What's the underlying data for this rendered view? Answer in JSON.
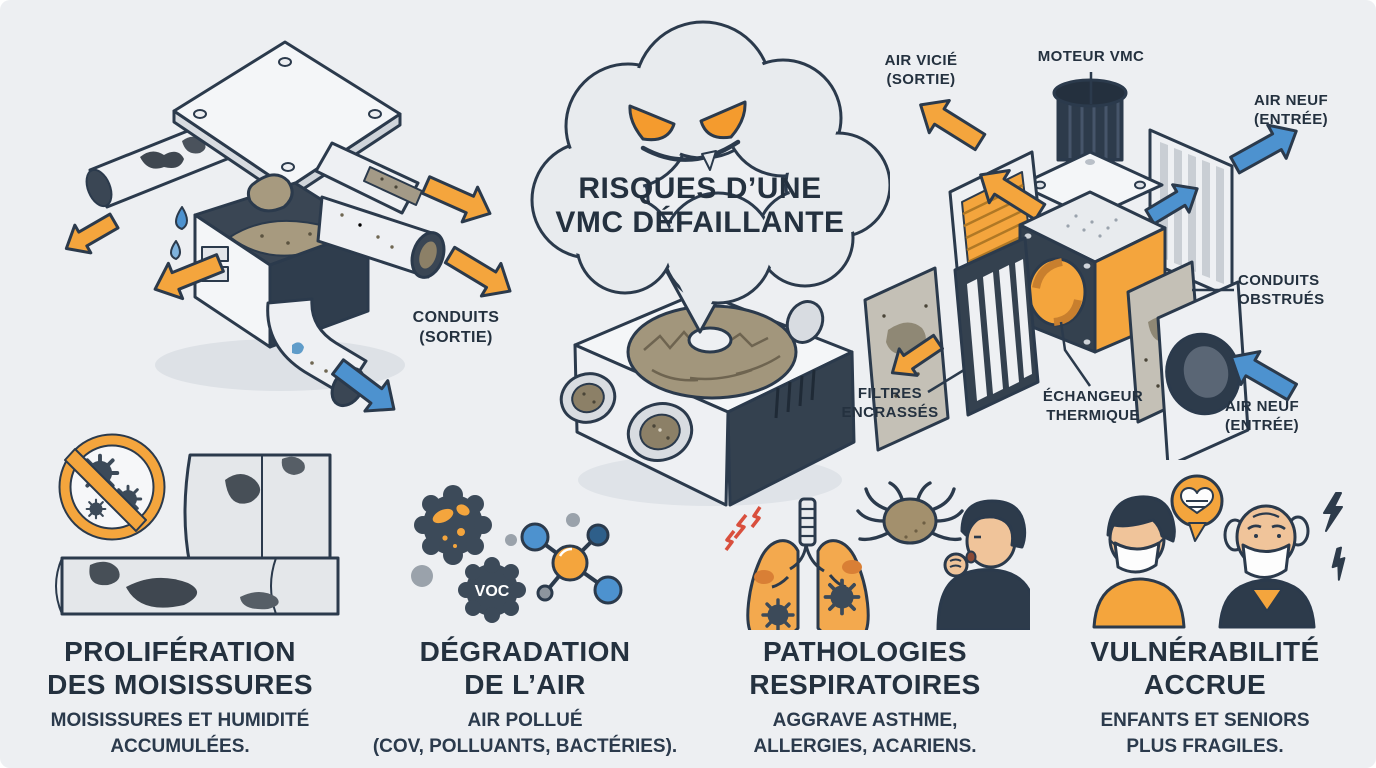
{
  "title": {
    "line1": "RISQUES D’UNE",
    "line2": "VMC DÉFAILLANTE"
  },
  "left_diagram": {
    "label": "CONDUITS\n(SORTIE)"
  },
  "exploded": {
    "air_vicie": "AIR VICIÉ\n(SORTIE)",
    "moteur": "MOTEUR VMC",
    "air_neuf_top": "AIR NEUF\n(ENTRÉE)",
    "conduits_obstrues": "CONDUITS\nOBSTRUÉS",
    "filtres": "FILTRES\nENCRASSÉS",
    "echangeur": "ÉCHANGEUR\nTHERMIQUE",
    "air_neuf_bottom": "AIR NEUF\n(ENTRÉE)"
  },
  "voc_badge": "VOC",
  "sections": [
    {
      "title": "PROLIFÉRATION\nDES MOISISSURES",
      "subtitle": "MOISISSURES ET HUMIDITÉ\nACCUMULÉES."
    },
    {
      "title": "DÉGRADATION\nDE L’AIR",
      "subtitle": "AIR POLLUÉ\n(COV, POLLUANTS, BACTÉRIES)."
    },
    {
      "title": "PATHOLOGIES\nRESPIRATOIRES",
      "subtitle": "AGGRAVE ASTHME,\nALLERGIES, ACARIENS."
    },
    {
      "title": "VULNÉRABILITÉ\nACCRUE",
      "subtitle": "ENFANTS ET SENIORS\nPLUS FRAGILES."
    }
  ],
  "colors": {
    "background": "#edeff2",
    "navy": "#2b3a4c",
    "orange": "#f4a53d",
    "blue": "#4d92cf",
    "red": "#d94f3d"
  }
}
